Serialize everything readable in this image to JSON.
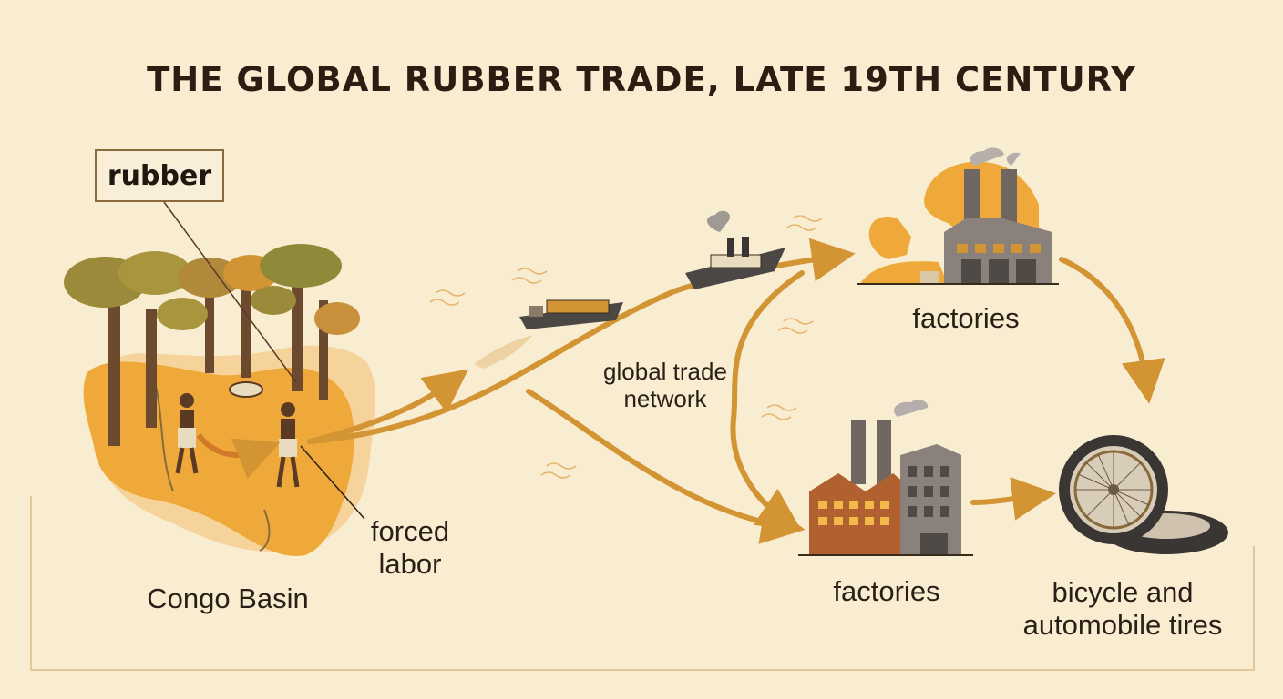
{
  "title": "THE GLOBAL RUBBER TRADE, LATE 19TH CENTURY",
  "labels": {
    "rubber": "rubber",
    "congo_basin": "Congo Basin",
    "forced_labor_line1": "forced",
    "forced_labor_line2": "labor",
    "trade_network_line1": "global trade",
    "trade_network_line2": "network",
    "factories_top": "factories",
    "factories_bottom": "factories",
    "tires_line1": "bicycle and",
    "tires_line2": "automobile tires"
  },
  "colors": {
    "background": "#f8ecd1",
    "arrow": "#d39433",
    "map_orange": "#efa93a",
    "map_light": "#f5d39a",
    "text": "#2a1f17",
    "frame": "#e3c89a"
  },
  "icons": [
    "forest-icon",
    "congo-map-icon",
    "worker-icon",
    "basket-icon",
    "steamship-icon",
    "barge-icon",
    "europe-map-icon",
    "gray-factory-icon",
    "brick-factory-icon",
    "tire-icon",
    "wave-icon",
    "smoke-icon"
  ]
}
